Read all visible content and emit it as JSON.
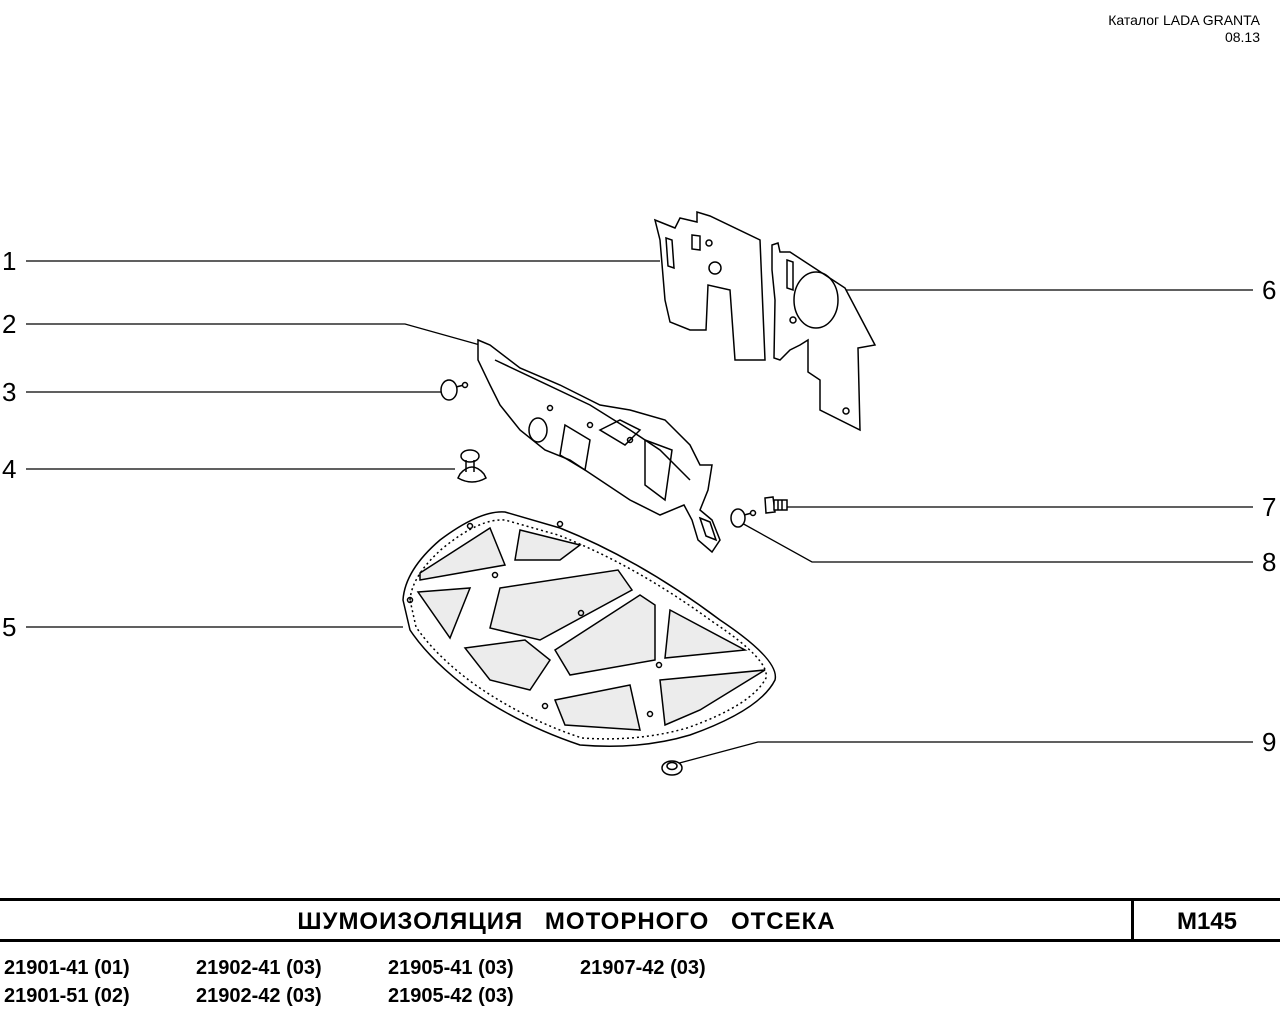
{
  "header": {
    "catalog_line": "Каталог  LADA  GRANTA",
    "date": "08.13"
  },
  "callouts": [
    "1",
    "2",
    "3",
    "4",
    "5",
    "6",
    "7",
    "8",
    "9"
  ],
  "title": "ШУМОИЗОЛЯЦИЯ   МОТОРНОГО   ОТСЕКА",
  "page_code": "М145",
  "models": [
    "21901-41 (01)",
    "21902-41 (03)",
    "21905-41 (03)",
    "21907-42 (03)",
    "21901-51 (02)",
    "21902-42 (03)",
    "21905-42 (03)",
    ""
  ]
}
